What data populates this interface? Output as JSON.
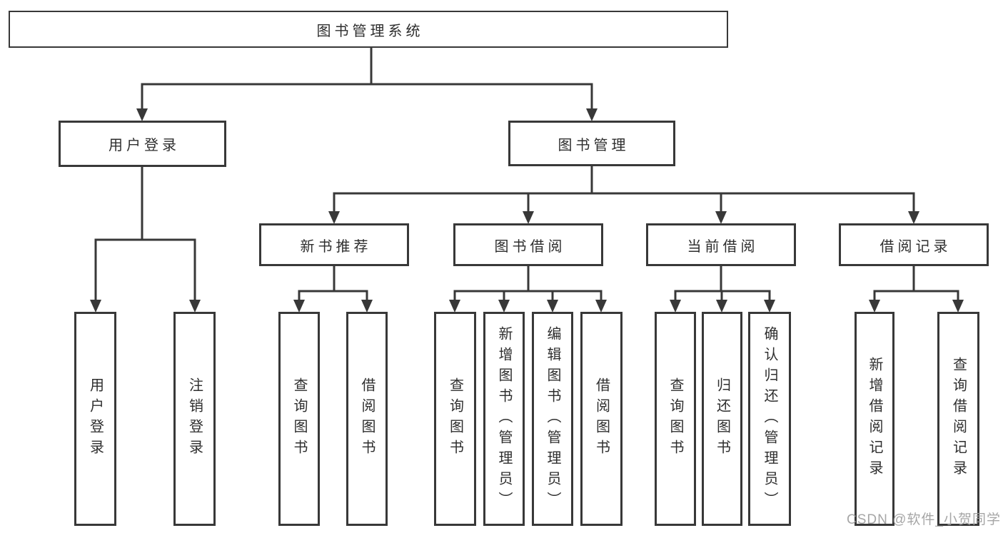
{
  "diagram_type": "hierarchy",
  "colors": {
    "line": "#383838",
    "box_border": "#383838",
    "text": "#2e2e2e",
    "background": "#ffffff",
    "watermark": "#9e9e9e"
  },
  "tree": {
    "root": {
      "label": "图书管理系统"
    },
    "branches": [
      {
        "label": "用户登录",
        "children": [
          {
            "label": "用户登录"
          },
          {
            "label": "注销登录"
          }
        ]
      },
      {
        "label": "图书管理",
        "groups": [
          {
            "label": "新书推荐",
            "children": [
              {
                "label": "查询图书"
              },
              {
                "label": "借阅图书"
              }
            ]
          },
          {
            "label": "图书借阅",
            "children": [
              {
                "label": "查询图书"
              },
              {
                "label": "新增图书（管理员）"
              },
              {
                "label": "编辑图书（管理员）"
              },
              {
                "label": "借阅图书"
              }
            ]
          },
          {
            "label": "当前借阅",
            "children": [
              {
                "label": "查询图书"
              },
              {
                "label": "归还图书"
              },
              {
                "label": "确认归还（管理员）"
              }
            ]
          },
          {
            "label": "借阅记录",
            "children": [
              {
                "label": "新增借阅记录"
              },
              {
                "label": "查询借阅记录"
              }
            ]
          }
        ]
      }
    ]
  },
  "watermark": {
    "text": "CSDN @软件_小贺同学"
  }
}
